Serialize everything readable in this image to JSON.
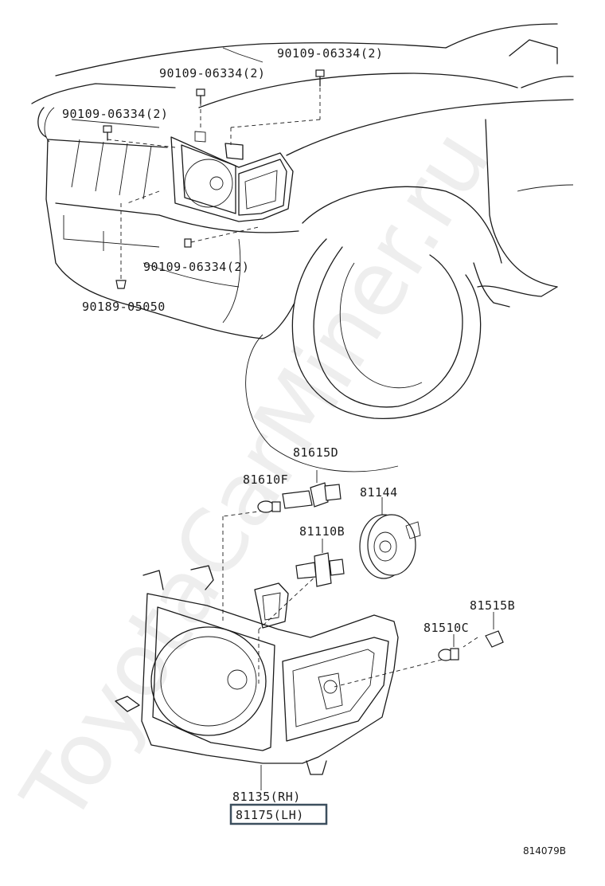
{
  "watermark": "ToyotaCarMiner.ru",
  "labels": {
    "bolt_top_right": "90109-06334(2)",
    "bolt_top_mid": "90109-06334(2)",
    "bolt_left": "90109-06334(2)",
    "bolt_lower": "90109-06334(2)",
    "clip_lower": "90189-05050",
    "bulb_81615d": "81615D",
    "bulb_81610f": "81610F",
    "cover_81144": "81144",
    "bulb_81110b": "81110B",
    "socket_81515b": "81515B",
    "bulb_81510c": "81510C",
    "headlamp_rh": "81135(RH)",
    "headlamp_lh": "81175(LH)"
  },
  "diagram_ref": "814079B",
  "colors": {
    "line": "#1a1a1a",
    "highlight_box": "#3c4f5e",
    "watermark": "#eeeeee"
  }
}
